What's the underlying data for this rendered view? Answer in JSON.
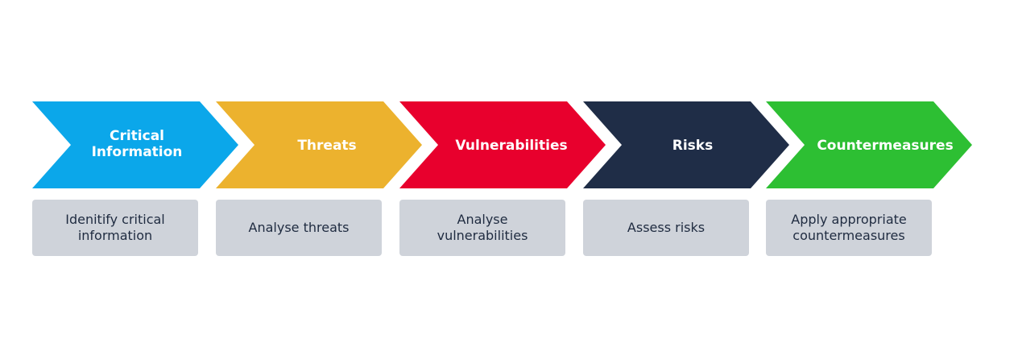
{
  "steps": [
    {
      "label": "Critical\nInformation",
      "description": "Idenitify critical\ninformation",
      "color": "#0ba7ea"
    },
    {
      "label": "Threats",
      "description": "Analyse threats",
      "color": "#ecb22e"
    },
    {
      "label": "Vulnerabilities",
      "description": "Analyse\nvulnerabilities",
      "color": "#e8002d"
    },
    {
      "label": "Risks",
      "description": "Assess risks",
      "color": "#1f2d47"
    },
    {
      "label": "Countermeasures",
      "description": "Apply appropriate\ncountermeasures",
      "color": "#2dbf33"
    }
  ],
  "decor": {
    "icon": "cloud-gear-icon",
    "icon_color": "#e8002d"
  },
  "colors": {
    "box_bg": "#cfd3da",
    "box_text": "#1f2b40",
    "chevron_text": "#ffffff"
  }
}
